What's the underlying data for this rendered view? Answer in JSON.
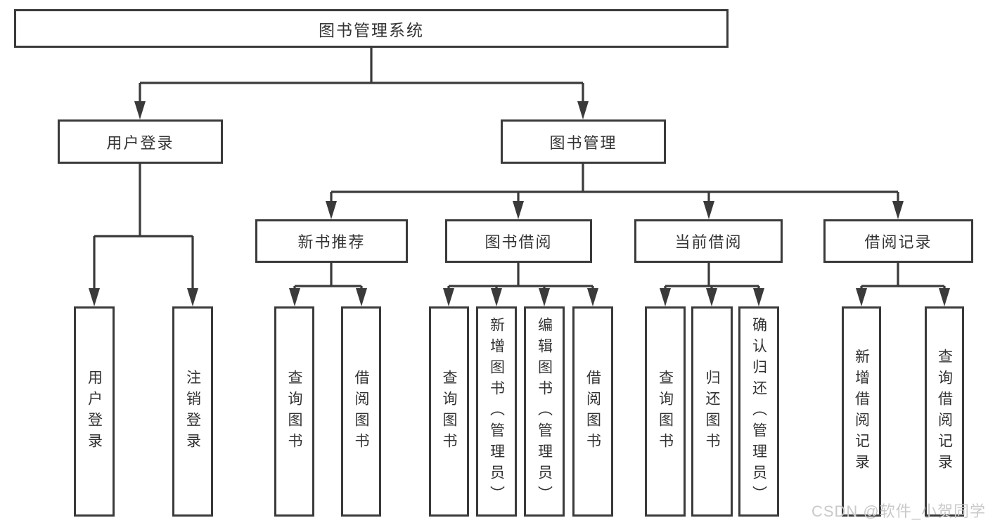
{
  "colors": {
    "line": "#3a3a3a",
    "text": "#333333",
    "background": "#ffffff",
    "watermark": "#c9c9c9"
  },
  "tree": {
    "root": {
      "label": "图书管理系统"
    },
    "branches": [
      {
        "label": "用户登录",
        "children": [
          {
            "label": "用户登录"
          },
          {
            "label": "注销登录"
          }
        ]
      },
      {
        "label": "图书管理",
        "groups": [
          {
            "label": "新书推荐",
            "children": [
              {
                "label": "查询图书"
              },
              {
                "label": "借阅图书"
              }
            ]
          },
          {
            "label": "图书借阅",
            "children": [
              {
                "label": "查询图书"
              },
              {
                "label": "新增图书（管理员）"
              },
              {
                "label": "编辑图书（管理员）"
              },
              {
                "label": "借阅图书"
              }
            ]
          },
          {
            "label": "当前借阅",
            "children": [
              {
                "label": "查询图书"
              },
              {
                "label": "归还图书"
              },
              {
                "label": "确认归还（管理员）"
              }
            ]
          },
          {
            "label": "借阅记录",
            "children": [
              {
                "label": "新增借阅记录"
              },
              {
                "label": "查询借阅记录"
              }
            ]
          }
        ]
      }
    ]
  },
  "watermark": {
    "text": "CSDN @软件_小贺同学"
  }
}
